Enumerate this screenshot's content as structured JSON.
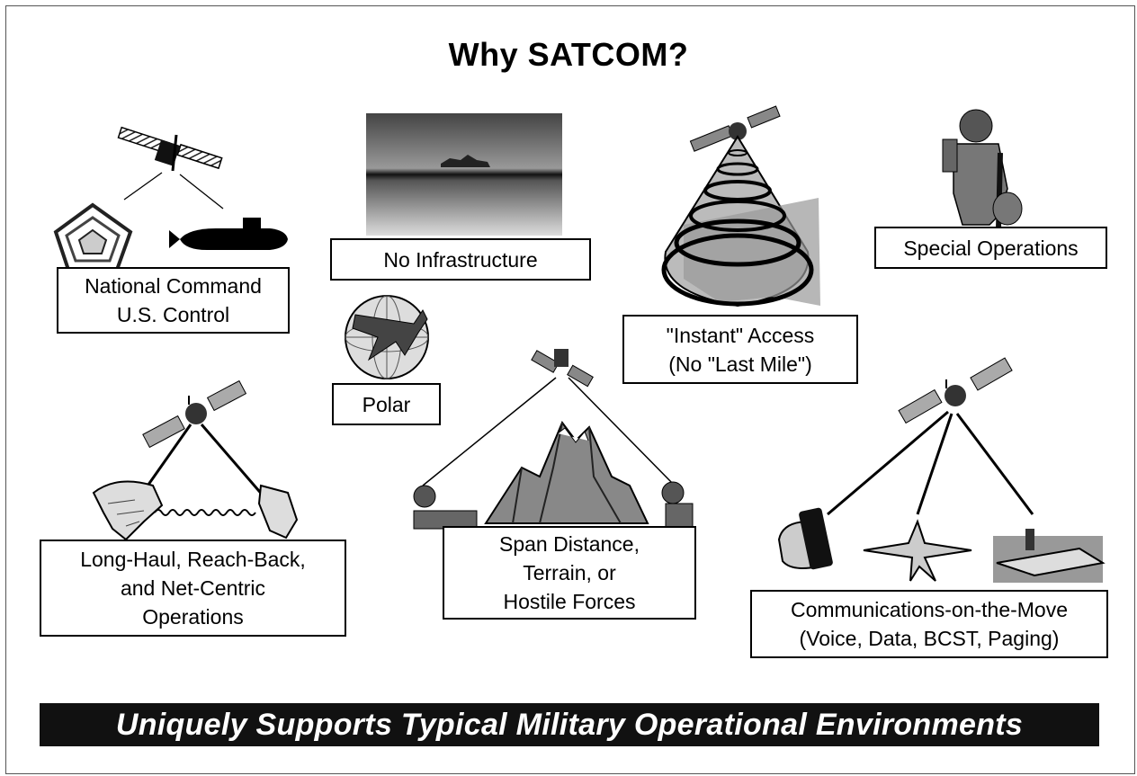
{
  "title": "Why SATCOM?",
  "labels": {
    "national_command": [
      "National Command",
      "U.S. Control"
    ],
    "no_infrastructure": [
      "No Infrastructure"
    ],
    "instant_access": [
      "\"Instant\" Access",
      "(No \"Last Mile\")"
    ],
    "special_operations": [
      "Special Operations"
    ],
    "polar": [
      "Polar"
    ],
    "long_haul": [
      "Long-Haul, Reach-Back,",
      "and Net-Centric",
      "Operations"
    ],
    "span_distance": [
      "Span Distance,",
      "Terrain, or",
      "Hostile Forces"
    ],
    "comms_on_move": [
      "Communications-on-the-Move",
      "(Voice, Data, BCST, Paging)"
    ]
  },
  "banner": "Uniquely Supports Typical Military Operational Environments",
  "icons": [
    "satellite-icon",
    "pentagon-icon",
    "submarine-icon",
    "ocean-horizon-icon",
    "globe-coverage-icon",
    "soldier-icon",
    "polar-globe-icon",
    "continents-icon",
    "mountain-icon",
    "ground-terminal-icon",
    "handheld-phone-icon",
    "fighter-jet-icon",
    "aircraft-carrier-icon"
  ],
  "colors": {
    "background": "#ffffff",
    "banner": "#111111",
    "banner_text": "#ffffff",
    "art": "#333333"
  }
}
